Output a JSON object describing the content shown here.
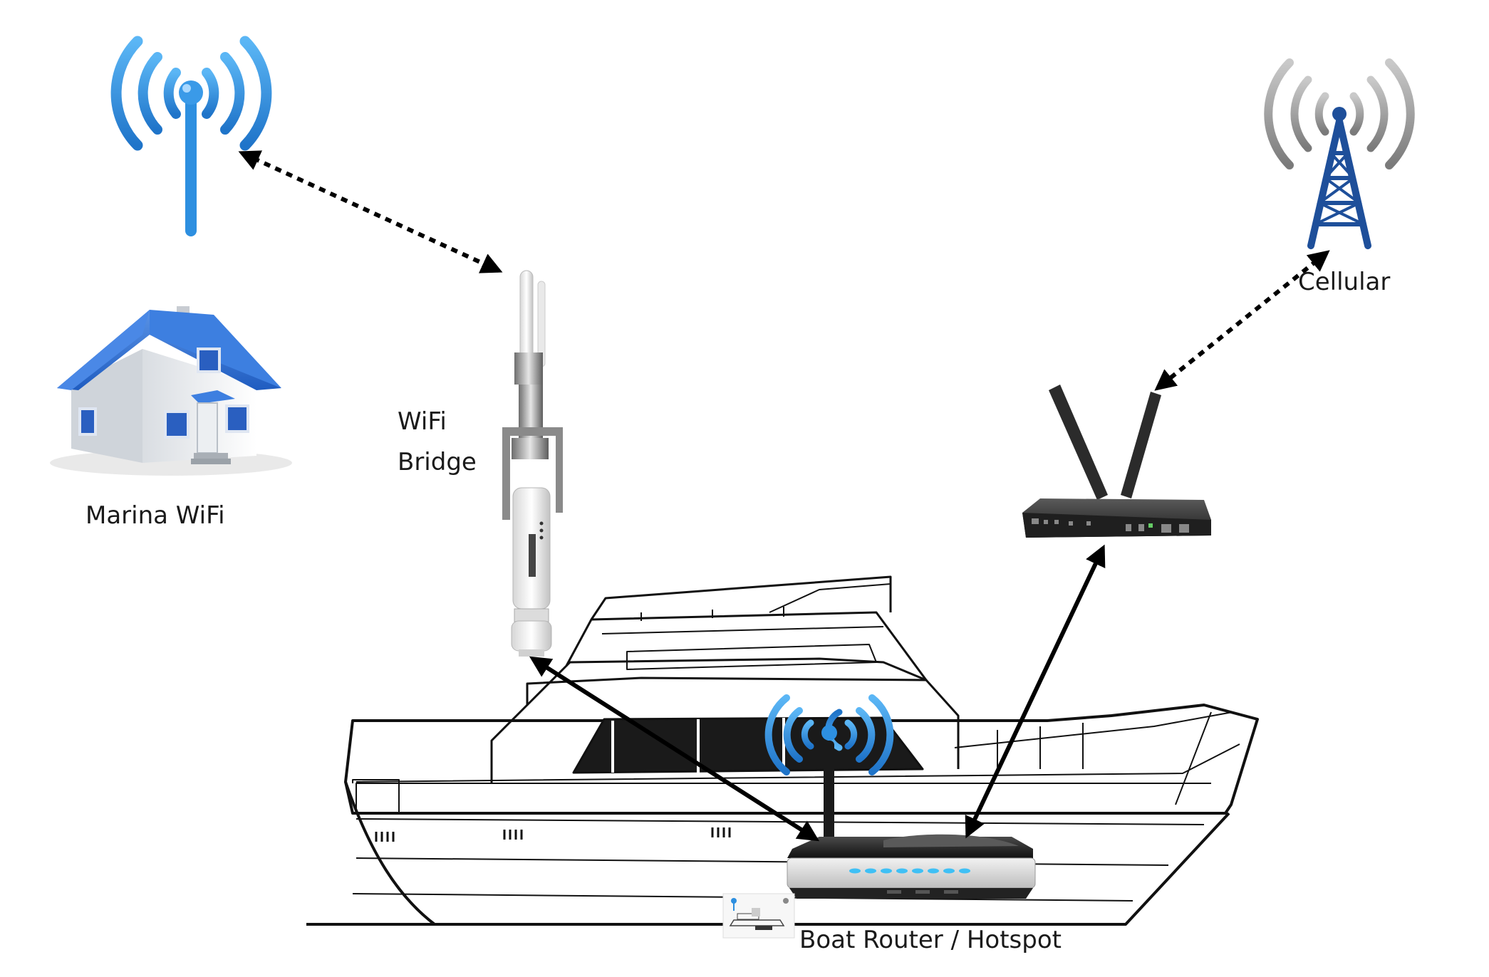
{
  "diagram": {
    "labels": {
      "marina_wifi": "Marina WiFi",
      "wifi_bridge_line1": "WiFi",
      "wifi_bridge_line2": "Bridge",
      "cellular": "Cellular",
      "boat_router": "Boat Router / Hotspot"
    },
    "nodes": [
      {
        "id": "marina-antenna",
        "depicts": "wifi-antenna-icon"
      },
      {
        "id": "marina-house",
        "depicts": "house-icon"
      },
      {
        "id": "wifi-bridge",
        "depicts": "bullet-bridge-antenna"
      },
      {
        "id": "cell-tower",
        "depicts": "cell-tower-icon"
      },
      {
        "id": "cellular-router",
        "depicts": "dual-antenna-router"
      },
      {
        "id": "boat",
        "depicts": "boat-line-drawing"
      },
      {
        "id": "boat-router",
        "depicts": "wifi-router"
      }
    ],
    "links": [
      {
        "from": "marina-antenna",
        "to": "wifi-bridge",
        "style": "dotted",
        "direction": "both"
      },
      {
        "from": "cell-tower",
        "to": "cellular-router",
        "style": "dotted",
        "direction": "both"
      },
      {
        "from": "boat-router",
        "to": "wifi-bridge",
        "style": "solid",
        "direction": "both"
      },
      {
        "from": "boat-router",
        "to": "cellular-router",
        "style": "solid",
        "direction": "both"
      }
    ],
    "colors": {
      "wifi_blue": "#2d8fe0",
      "house_roof": "#2f6fd0",
      "tower_blue": "#1e4f9a",
      "signal_gray": "#8c8c8c",
      "router_dark": "#2a2a2a",
      "led_blue": "#3fc0f5",
      "line_black": "#000000"
    }
  }
}
